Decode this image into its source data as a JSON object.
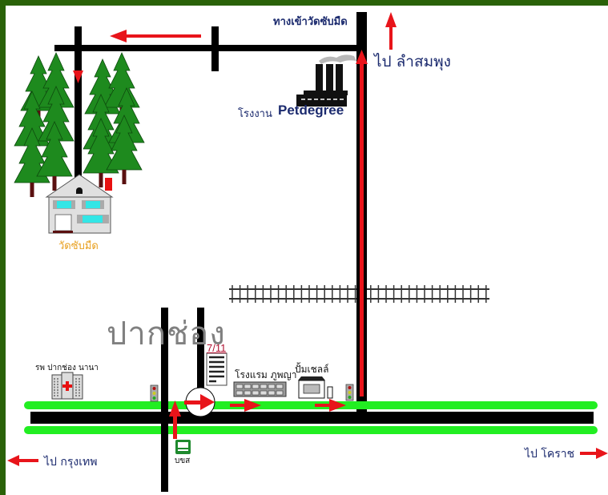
{
  "map": {
    "colors": {
      "frame": "#2a6208",
      "road": "#000000",
      "route_arrow": "#e8141a",
      "highway_lane": "#22ee22",
      "tree": "#1e8a1e",
      "temple_label": "#e8a020",
      "seven_eleven": "#b01030",
      "label_text": "#1b2a6e"
    },
    "labels": {
      "temple_entrance": "ทางเข้าวัดซับมืด",
      "to_lam_som_phung": "ไป ลำสมพุง",
      "factory_prefix": "โรงงาน",
      "factory_name": "Petdegree",
      "temple": "วัดซับมืด",
      "town": "ปากช่อง",
      "seven_eleven": "7/11",
      "hospital": "รพ ปากช่อง นานา",
      "hotel": "โรงแรม ภูพญา",
      "gas_station": "ปั้มเชลล์",
      "bus_station": "บขส",
      "to_bangkok": "ไป กรุงเทพ",
      "to_korat": "ไป โคราช"
    },
    "icons": [
      "factory-icon",
      "smoke-icon",
      "tree-icon",
      "temple-house-icon",
      "railway-icon",
      "hospital-building-icon",
      "convenience-store-building-icon",
      "hotel-icon",
      "gas-pump-icon",
      "gas-station-icon",
      "traffic-light-icon",
      "bus-icon",
      "roundabout-icon",
      "arrow-left-icon",
      "arrow-right-icon",
      "arrow-up-icon",
      "arrow-down-icon"
    ]
  }
}
